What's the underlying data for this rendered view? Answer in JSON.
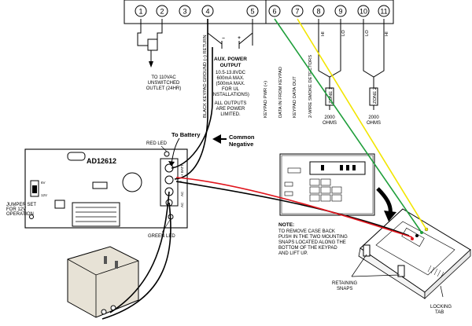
{
  "terminals": [
    "1",
    "2",
    "3",
    "4",
    "5",
    "6",
    "7",
    "8",
    "9",
    "10",
    "11"
  ],
  "terminal_minus": "–",
  "terminal_plus": "+",
  "outlet_note": [
    "TO 110VAC",
    "UNSWITCHED",
    "OUTLET (24HR)"
  ],
  "aux_title": [
    "AUX. POWER",
    "OUTPUT"
  ],
  "aux_specs": [
    "10.5-13.8VDC",
    "600mA MAX.",
    "(500mA MAX.",
    "FOR UL",
    "INSTALLATIONS)"
  ],
  "aux_note": [
    "ALL OUTPUTS",
    "ARE POWER",
    "LIMITED."
  ],
  "vertical_labels": {
    "t4": "BLACK KEYPAD GROUND (–) RETURN",
    "t5": "KEYPAD PWR (+)",
    "t6": "DATA IN FROM KEYPAD",
    "t7": "KEYPAD DATA OUT",
    "t8": "2-WIRE SMOKE DETECTORS",
    "hi": "HI",
    "lo": "LO",
    "zone1": "ZONE 1",
    "zone2": "ZONE 2"
  },
  "ohms": [
    "2000",
    "OHMS"
  ],
  "to_battery": "To Battery",
  "common_negative": [
    "Common",
    "Negative"
  ],
  "red_led": "RED LED",
  "green_led": "GREEN LED",
  "module_name": "AD12612",
  "jumper_note": [
    "JUMPER SET",
    "FOR 12V",
    "OPERATION"
  ],
  "jumper_marks": [
    "6V",
    "12V"
  ],
  "module_terminals": [
    "+ BATT",
    "–",
    "AC",
    "AC"
  ],
  "note_title": "NOTE:",
  "note_lines": [
    "TO REMOVE CASE BACK",
    "PUSH IN THE TWO MOUNTING",
    "SNAPS LOCATED ALONG THE",
    "BOTTOM OF THE KEYPAD",
    "AND LIFT UP."
  ],
  "retaining_snaps": [
    "RETAINING",
    "SNAPS"
  ],
  "locking_tab": [
    "LOCKING",
    "TAB"
  ],
  "colors": {
    "wire_black": "#000000",
    "wire_red": "#e0141c",
    "wire_green": "#1e9e3a",
    "wire_yellow": "#f2e500",
    "transformer": "#e7e2d6"
  }
}
